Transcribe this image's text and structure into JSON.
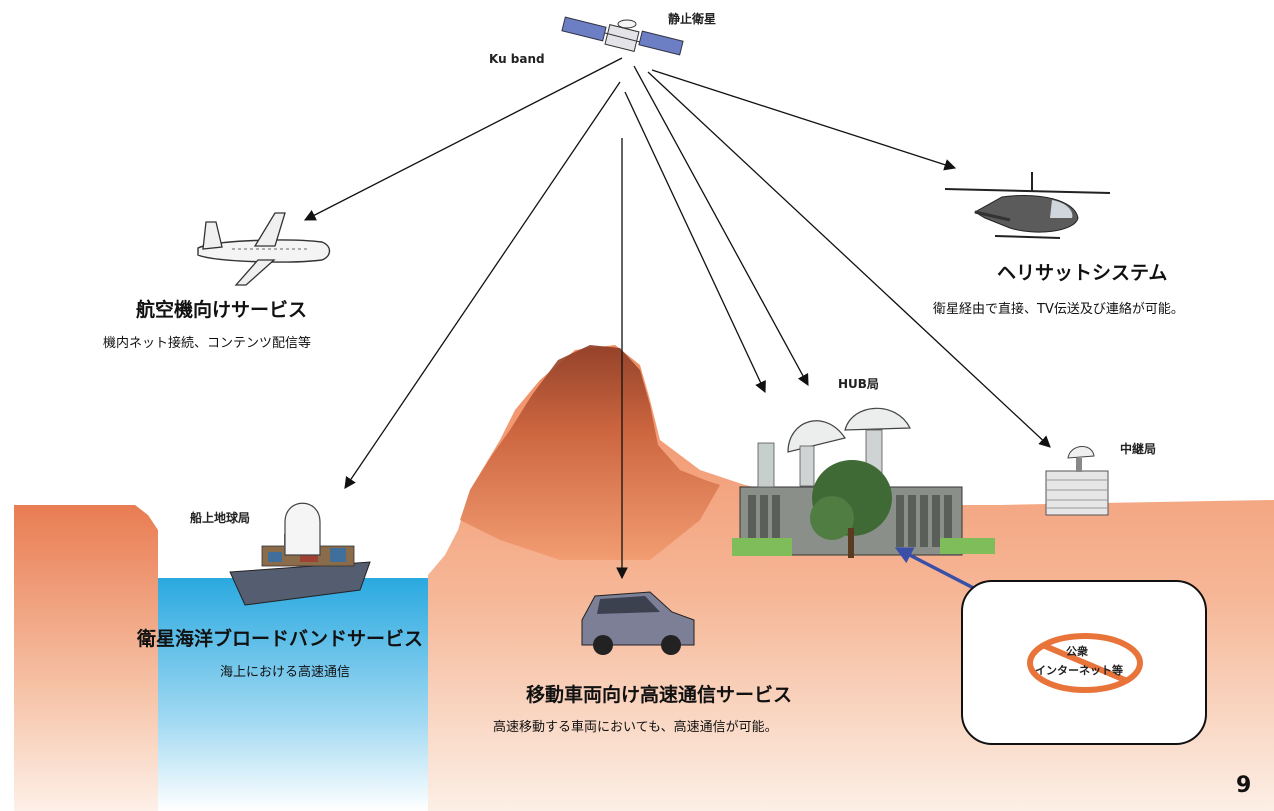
{
  "satellite": {
    "label": "静止衛星",
    "band_label": "Ku band"
  },
  "aircraft": {
    "title": "航空機向けサービス",
    "desc": "機内ネット接続、コンテンツ配信等"
  },
  "helicopter": {
    "title": "ヘリサットシステム",
    "desc": "衛星経由で直接、TV伝送及び連絡が可能。"
  },
  "hub": {
    "label": "HUB局"
  },
  "relay": {
    "label": "中継局"
  },
  "ship": {
    "station_label": "船上地球局",
    "title": "衛星海洋ブロードバンドサービス",
    "desc": "海上における高速通信"
  },
  "vehicle": {
    "title": "移動車両向け高速通信サービス",
    "desc": "高速移動する車両においても、高速通信が可能。"
  },
  "public_net": {
    "line1": "公衆",
    "line2": "インターネット等"
  },
  "page": {
    "number": "9"
  },
  "colors": {
    "ground_top": "#f08c62",
    "ground_bottom": "#fbe9dc",
    "sea_top": "#2aa9e0",
    "mountain_dark": "#8a3a24",
    "link_arrow": "#3a4fa8",
    "prohibit_ring": "#e8743a"
  }
}
